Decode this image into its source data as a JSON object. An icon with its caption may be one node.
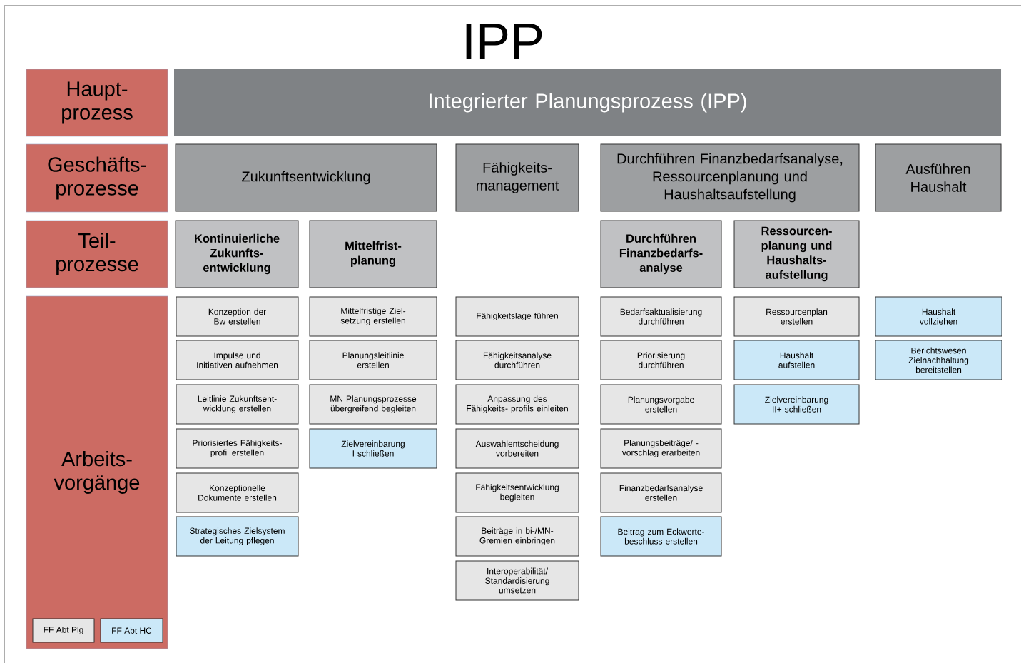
{
  "diagram": {
    "title": "IPP",
    "nodes": [
      {
        "text": [
          "Haupt- prozess"
        ]
      },
      {
        "text": [
          "Integrierter Planungsprozess (IPP)"
        ]
      },
      {
        "text": [
          "Geschäfts- prozesse"
        ]
      },
      {
        "text": [
          "Zukunftsentwicklung"
        ]
      },
      {
        "text": [
          "Fähigkeits- management"
        ]
      },
      {
        "text": [
          "Durchführen Finanzbedarfsanalyse, Ressourcenplanung und Haushaltsaufstellung"
        ]
      },
      {
        "text": [
          "Ausführen Haushalt"
        ]
      },
      {
        "text": [
          "Teil- prozesse"
        ]
      },
      {
        "text": [
          "Kontinuierliche Zukunfts- entwicklung"
        ]
      },
      {
        "text": [
          "Mittelfrist- planung"
        ]
      },
      {
        "text": [
          "Durchführen Finanzbedarfs- analyse"
        ]
      },
      {
        "text": [
          "Ressourcen- planung und Haushalts- aufstellung"
        ]
      },
      {
        "text": [
          "Arbeits- vorgänge"
        ]
      },
      {
        "text": [
          "Konzeption der Bw erstellen"
        ]
      },
      {
        "text": [
          "Impulse und Initiativen aufnehmen"
        ]
      },
      {
        "text": [
          "Leitlinie Zukunftsent- wicklung erstellen"
        ]
      },
      {
        "text": [
          "Priorisiertes Fähigkeits- profil erstellen"
        ]
      },
      {
        "text": [
          "Konzeptionelle Dokumente erstellen"
        ]
      },
      {
        "text": [
          "Strategisches Zielsystem der Leitung pflegen"
        ]
      },
      {
        "text": [
          "Mittelfristige Ziel- setzung erstellen"
        ]
      },
      {
        "text": [
          "Planungsleitlinie erstellen"
        ]
      },
      {
        "text": [
          "MN Planungsprozesse übergreifend begleiten"
        ]
      },
      {
        "text": [
          "Zielvereinbarung I schließen"
        ]
      },
      {
        "text": [
          "Fähigkeitslage führen"
        ]
      },
      {
        "text": [
          "Fähigkeitsanalyse durchführen"
        ]
      },
      {
        "text": [
          "Anpassung des Fähigkeits- profils einleiten"
        ]
      },
      {
        "text": [
          "Auswahlentscheidung vorbereiten"
        ]
      },
      {
        "text": [
          "Fähigkeitsentwicklung begleiten"
        ]
      },
      {
        "text": [
          "Beiträge in bi-/MN- Gremien einbringen"
        ]
      },
      {
        "text": [
          "Interoperabilität/ Standardisierung umsetzen"
        ]
      },
      {
        "text": [
          "Bedarfsaktualisierung durchführen"
        ]
      },
      {
        "text": [
          "Priorisierung durchführen"
        ]
      },
      {
        "text": [
          "Planungsvorgabe erstellen"
        ]
      },
      {
        "text": [
          "Planungsbeiträge/ -vorschlag erarbeiten"
        ]
      },
      {
        "text": [
          "Finanzbedarfsanalyse erstellen"
        ]
      },
      {
        "text": [
          "Beitrag zum Eckwerte- beschluss erstellen"
        ]
      },
      {
        "text": [
          "Ressourcenplan erstellen"
        ]
      },
      {
        "text": [
          "Haushalt aufstellen"
        ]
      },
      {
        "text": [
          "Zielvereinbarung II+ schließen"
        ]
      },
      {
        "text": [
          "Haushalt vollziehen"
        ]
      },
      {
        "text": [
          "Berichtswesen Zielnachhaltung bereitstellen"
        ]
      }
    ],
    "legend": [
      {
        "text": "FF Abt Plg",
        "color": "#e6e6e6"
      },
      {
        "text": "FF Abt HC",
        "color": "#cbe8f8"
      }
    ]
  }
}
